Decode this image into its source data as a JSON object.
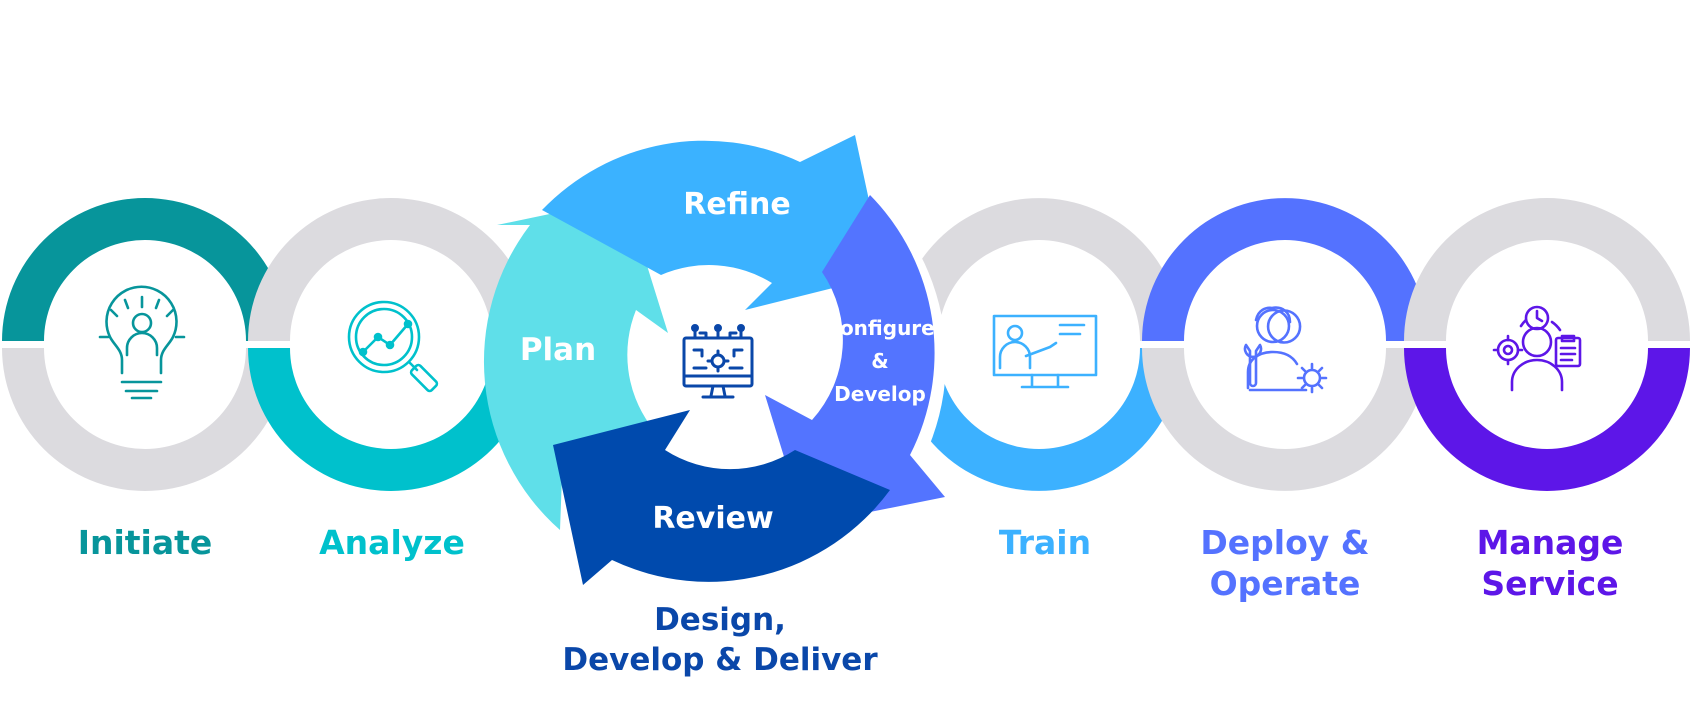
{
  "colors": {
    "gray_ring": "#dcdbdf",
    "initiate": "#07959b",
    "analyze": "#00c1cc",
    "train": "#3cb1ff",
    "deploy": "#5472ff",
    "manage": "#5d16e8",
    "plan": "#5fdfe9",
    "refine": "#3bb2ff",
    "configure": "#5374ff",
    "review": "#004aad",
    "ddd_label": "#0a47a9"
  },
  "stages": [
    {
      "id": "initiate",
      "label_lines": [
        "Initiate"
      ],
      "icon": "lightbulb-person-icon",
      "color": "#07959b"
    },
    {
      "id": "analyze",
      "label_lines": [
        "Analyze"
      ],
      "icon": "magnifier-chart-icon",
      "color": "#00c1cc"
    },
    {
      "id": "ddd",
      "label_lines": [
        "Design,",
        "Develop & Deliver"
      ],
      "icon": "computer-circuit-icon",
      "color": "#0a47a9"
    },
    {
      "id": "train",
      "label_lines": [
        "Train"
      ],
      "icon": "presentation-board-icon",
      "color": "#3cb1ff"
    },
    {
      "id": "deploy",
      "label_lines": [
        "Deploy &",
        "Operate"
      ],
      "icon": "engineer-wrench-gear-icon",
      "color": "#5472ff"
    },
    {
      "id": "manage",
      "label_lines": [
        "Manage",
        "Service"
      ],
      "icon": "person-gears-clipboard-icon",
      "color": "#5d16e8"
    }
  ],
  "cycle": {
    "segments": [
      {
        "label_lines": [
          "Refine"
        ],
        "color": "#3bb2ff"
      },
      {
        "label_lines": [
          "Configure",
          "&",
          "Develop"
        ],
        "color": "#5374ff"
      },
      {
        "label_lines": [
          "Review"
        ],
        "color": "#004aad"
      },
      {
        "label_lines": [
          "Plan"
        ],
        "color": "#5fdfe9"
      }
    ]
  }
}
